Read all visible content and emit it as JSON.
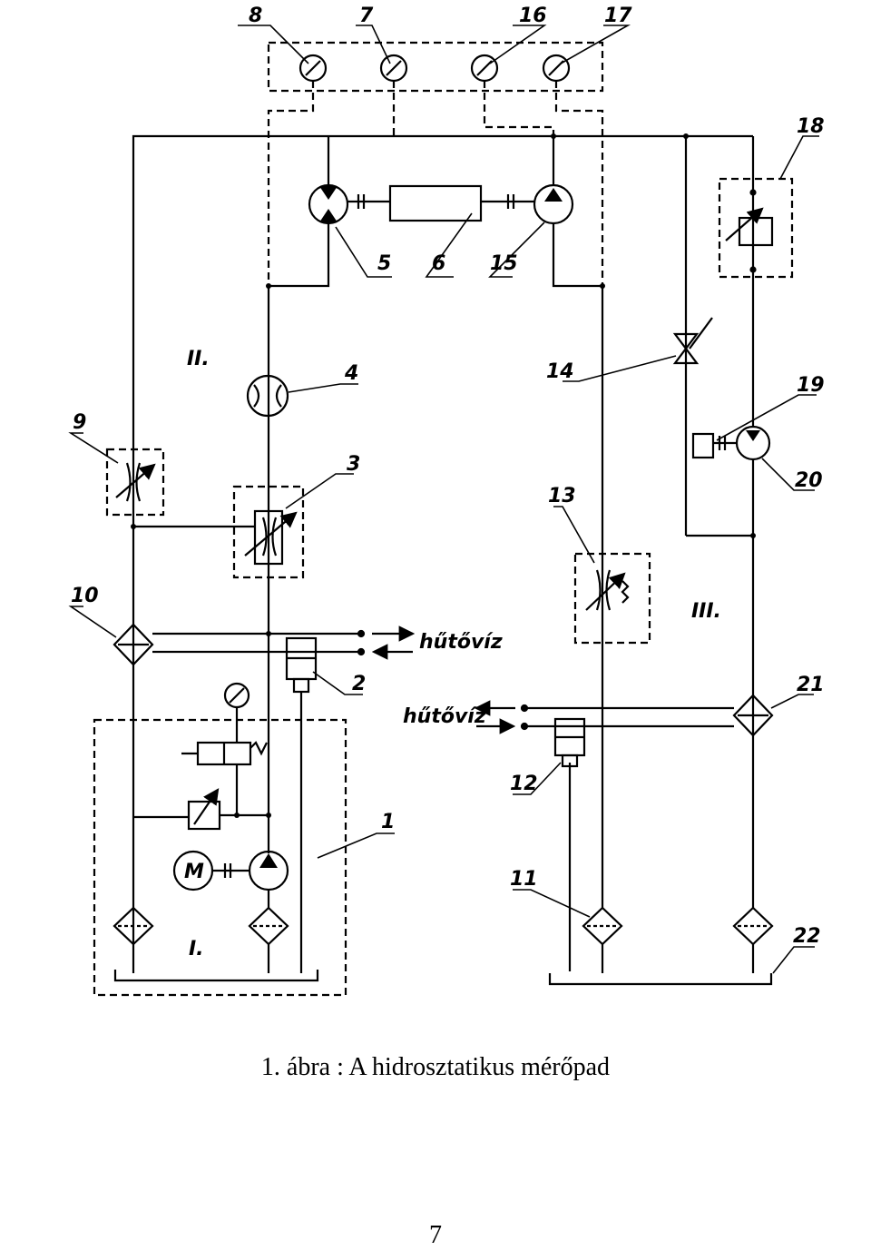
{
  "diagram": {
    "labels": {
      "n1": "1",
      "n2": "2",
      "n3": "3",
      "n4": "4",
      "n5": "5",
      "n6": "6",
      "n7": "7",
      "n8": "8",
      "n9": "9",
      "n10": "10",
      "n11": "11",
      "n12": "12",
      "n13": "13",
      "n14": "14",
      "n15": "15",
      "n16": "16",
      "n17": "17",
      "n18": "18",
      "n19": "19",
      "n20": "20",
      "n21": "21",
      "n22": "22"
    },
    "circuits": {
      "c1": "I.",
      "c2": "II.",
      "c3": "III."
    },
    "coolant": {
      "left": "hűtővíz",
      "right": "hűtővíz"
    },
    "motor": "M"
  },
  "caption": "1. ábra : A hidrosztatikus mérőpad",
  "page_number": "7"
}
